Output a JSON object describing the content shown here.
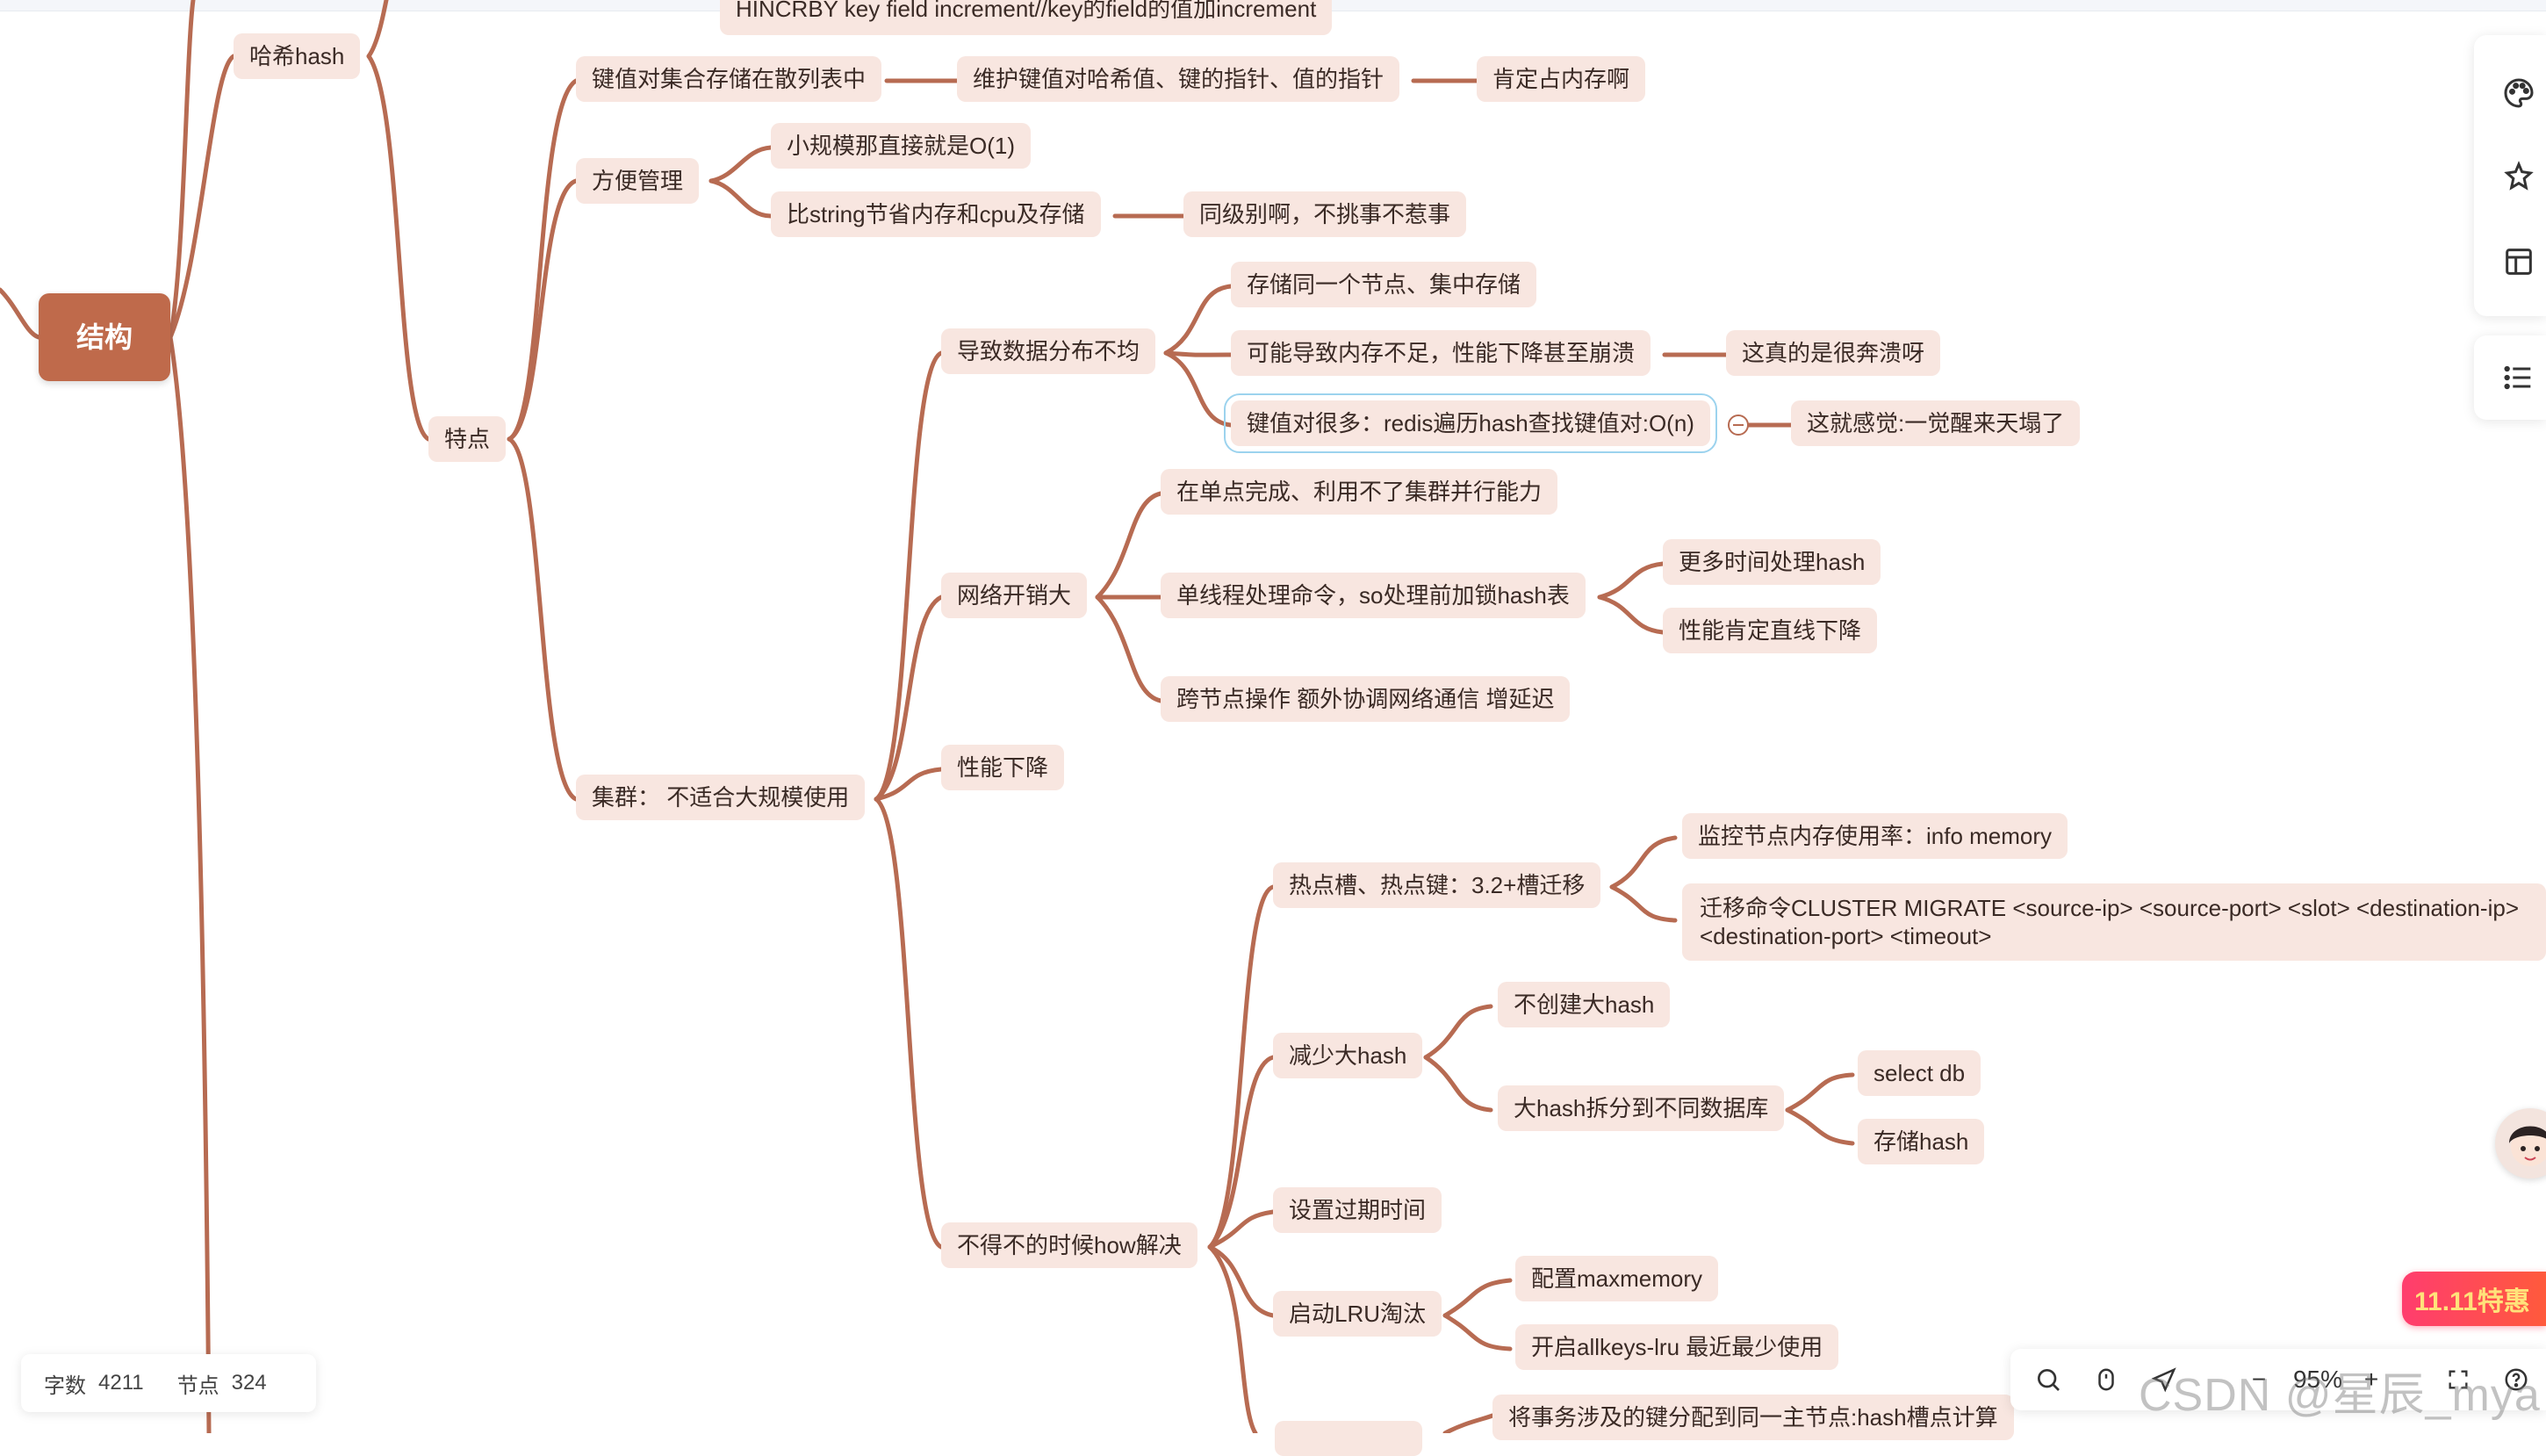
{
  "mindmap": {
    "root": "结构",
    "nodes": {
      "hincrby": "HINCRBY  key  field  increment//key的field的值加increment",
      "hash": "哈希hash",
      "kv_hashtable": "键值对集合存储在散列表中",
      "maintain_ptr": "维护键值对哈希值、键的指针、值的指针",
      "mem_cost": "肯定占内存啊",
      "convenient": "方便管理",
      "small_o1": "小规模那直接就是O(1)",
      "save_vs_string": "比string节省内存和cpu及存储",
      "same_level": "同级别啊，不挑事不惹事",
      "features": "特点",
      "uneven": "导致数据分布不均",
      "same_node": "存储同一个节点、集中存储",
      "mem_crash": "可能导致内存不足，性能下降甚至崩溃",
      "collapse": "这真的是很奔溃呀",
      "many_kv": "键值对很多：redis遍历hash查找键值对:O(n)",
      "sky_fall": "这就感觉:一觉醒来天塌了",
      "single_node": "在单点完成、利用不了集群并行能力",
      "net_cost": "网络开销大",
      "single_thread": "单线程处理命令，so处理前加锁hash表",
      "more_time": "更多时间处理hash",
      "perf_drop_line": "性能肯定直线下降",
      "cross_node": "跨节点操作 额外协调网络通信 增延迟",
      "perf_drop": "性能下降",
      "cluster": "集群：  不适合大规模使用",
      "monitor_mem": "监控节点内存使用率：info memory",
      "hot_slot": "热点槽、热点键：3.2+槽迁移",
      "migrate_cmd": "迁移命令CLUSTER MIGRATE <source-ip> <source-port> <slot> <destination-ip> <destination-port> <timeout>",
      "no_big_hash": "不创建大hash",
      "reduce_big": "减少大hash",
      "select_db": "select db",
      "split_db": "大hash拆分到不同数据库",
      "store_hash": "存储hash",
      "expire": "设置过期时间",
      "how_solve": "不得不的时候how解决",
      "maxmemory": "配置maxmemory",
      "lru": "启动LRU淘汰",
      "allkeys_lru": "开启allkeys-lru 最近最少使用",
      "same_master": "将事务涉及的键分配到同一主节点:hash槽点计算"
    }
  },
  "stats": {
    "chars_label": "字数",
    "chars_value": "4211",
    "nodes_label": "节点",
    "nodes_value": "324"
  },
  "toolbar": {
    "zoom": "95%"
  },
  "promo": {
    "label": "11.11特惠"
  },
  "watermark": "CSDN @星辰_mya",
  "icons": [
    "palette-icon",
    "sparkle-pin-icon",
    "layout-icon",
    "outline-list-icon",
    "search-icon",
    "mouse-icon",
    "send-icon",
    "minus-icon",
    "plus-icon",
    "fullscreen-icon",
    "help-icon"
  ],
  "colors": {
    "branch": "#b76b52",
    "node_bg": "#f8e6e0",
    "root_bg": "#bf6a4b",
    "selection": "#9cd3ee"
  }
}
